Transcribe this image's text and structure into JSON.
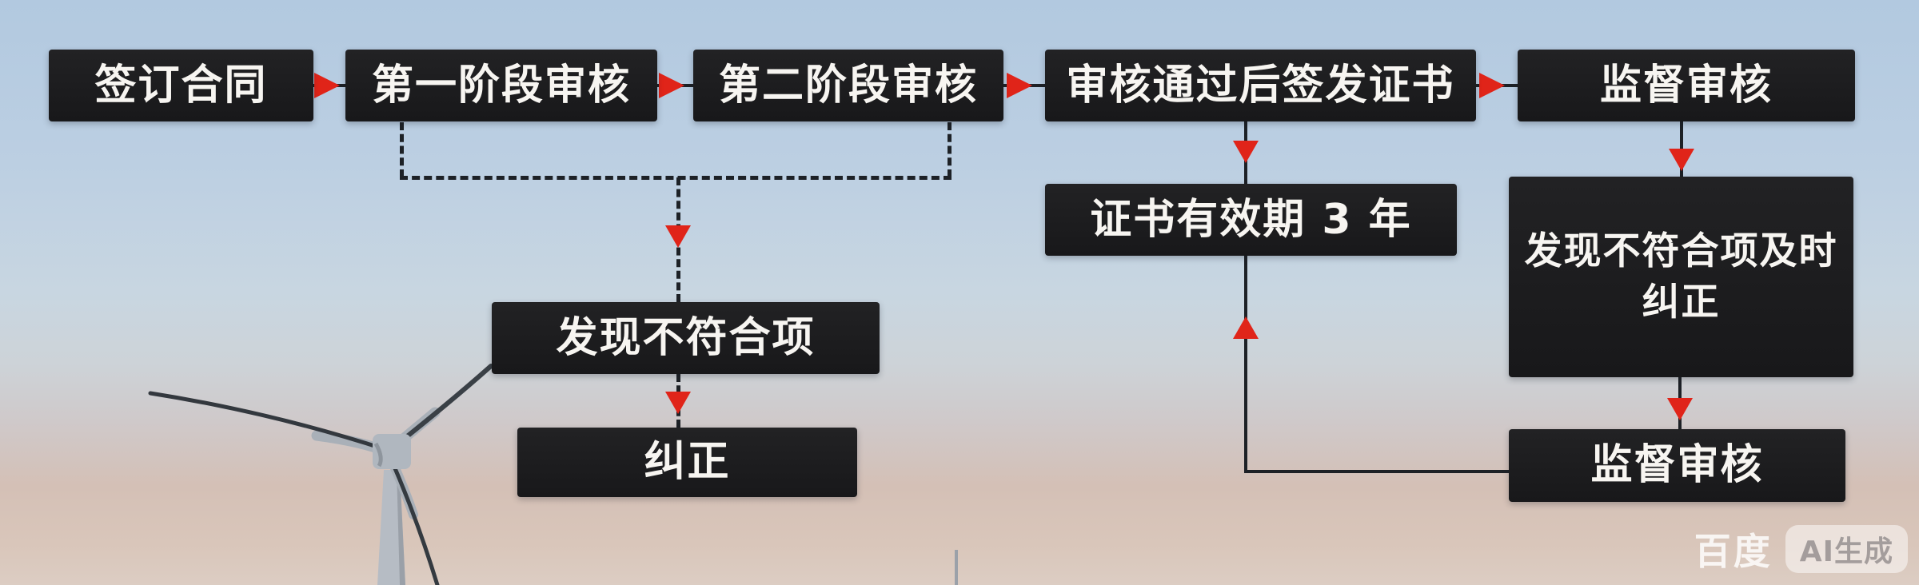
{
  "diagram": {
    "description": "certification-audit-process-flowchart",
    "nodes": [
      {
        "id": "sign-contract",
        "label": "签订合同"
      },
      {
        "id": "stage1-audit",
        "label": "第一阶段审核"
      },
      {
        "id": "stage2-audit",
        "label": "第二阶段审核"
      },
      {
        "id": "issue-certificate",
        "label": "审核通过后签发证书"
      },
      {
        "id": "supervision-audit-top",
        "label": "监督审核"
      },
      {
        "id": "certificate-validity",
        "label": "证书有效期 3 年"
      },
      {
        "id": "nonconformity-found",
        "label": "发现不符合项"
      },
      {
        "id": "correction",
        "label": "纠正"
      },
      {
        "id": "nonconformity-timely-correction",
        "label": "发现不符合项及时纠正"
      },
      {
        "id": "supervision-audit-bottom",
        "label": "监督审核"
      }
    ],
    "colors": {
      "arrow_red": "#e02419",
      "node_background": "#1b1b1d",
      "node_text": "#f7f5f1",
      "connector_line": "#1d2126",
      "sky_top": "#b2c9e0",
      "ground_bottom": "#dccdc3"
    }
  },
  "watermark": {
    "brand": "百度",
    "badge": "AI生成"
  }
}
